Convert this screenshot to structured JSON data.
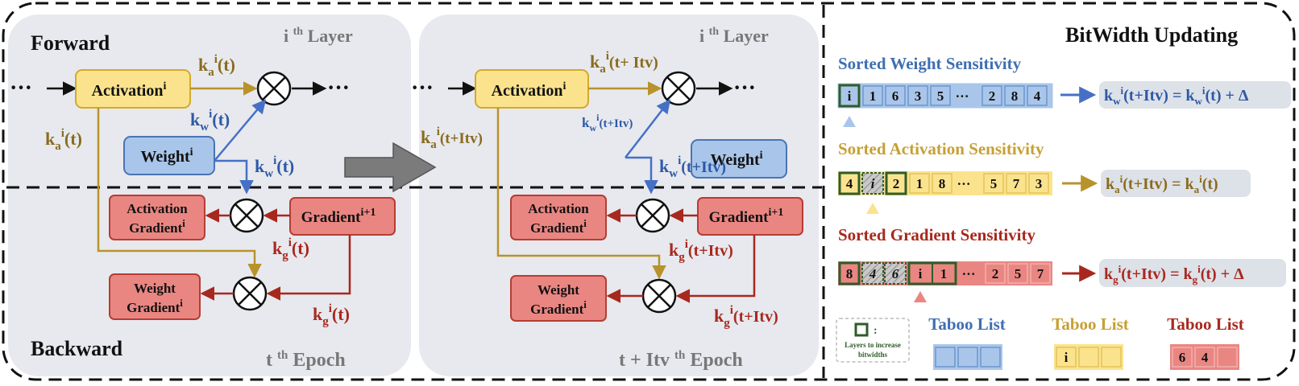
{
  "colors": {
    "panel_bg": "#e7e9ee",
    "activation_fill": "#fbe38e",
    "activation_stroke": "#d4a92b",
    "weight_fill": "#a9c6ea",
    "weight_stroke": "#4a74b4",
    "red_fill": "#ea8682",
    "red_stroke": "#b53d33",
    "gold_text": "#8a6b1e",
    "gold_title": "#c6a035",
    "blue_text": "#2e59a6",
    "blue_title": "#3f6fb1",
    "red_text": "#a8281e",
    "green_box": "#2f5d2a",
    "formula_bg": "#dde1e8",
    "arrow_black": "#111111",
    "arrow_gold": "#b8932c",
    "arrow_blue": "#4670c6",
    "arrow_red": "#a8281e"
  },
  "labels": {
    "forward": "Forward",
    "backward": "Backward",
    "layer_title": "i th Layer",
    "epoch_left": "t th Epoch",
    "epoch_right": "t + Itv th Epoch",
    "ellipsis": "···",
    "bitwidth_updating": "BitWidth Updating"
  },
  "nodes": {
    "activation": "Activation",
    "weight": "Weight",
    "gradient": "Gradient",
    "activation_gradient_1": "Activation",
    "activation_gradient_2": "Gradient",
    "weight_gradient_1": "Weight",
    "weight_gradient_2": "Gradient",
    "sup_i": "i",
    "sup_i1": "i+1",
    "multiply": "⊗"
  },
  "symbols": {
    "k": "k",
    "sub_a": "a",
    "sub_w": "w",
    "sub_g": "g",
    "sup_i": "i",
    "arg_t": "(t)",
    "arg_titv": "(t+Itv)",
    "arg_t_plus_itv_spaced": "(t+ Itv)"
  },
  "sensitivity": {
    "weight_title": "Sorted Weight Sensitivity",
    "activation_title": "Sorted Activation Sensitivity",
    "gradient_title": "Sorted Gradient Sensitivity",
    "weight_cells": [
      "i",
      "1",
      "6",
      "3",
      "5",
      "···",
      "2",
      "8",
      "4"
    ],
    "activation_cells": [
      "4",
      "i",
      "2",
      "1",
      "8",
      "···",
      "5",
      "7",
      "3"
    ],
    "gradient_cells": [
      "8",
      "4",
      "6",
      "i",
      "1",
      "···",
      "2",
      "5",
      "7"
    ],
    "weight_formula_lhs": "(t+Itv) = k",
    "weight_formula_rhs": "(t) + Δ",
    "activation_formula_lhs": "(t+Itv) = k",
    "activation_formula_rhs": "(t)",
    "gradient_formula_lhs": "(t+Itv) = k",
    "gradient_formula_rhs": "(t) + Δ"
  },
  "legend": {
    "colon": ":",
    "layers_note_1": "Layers to increase",
    "layers_note_2": "bitwidths",
    "taboo_list": "Taboo List",
    "weight_taboo": [
      "",
      "",
      ""
    ],
    "activation_taboo": [
      "i",
      "",
      ""
    ],
    "gradient_taboo": [
      "6",
      "4",
      ""
    ]
  }
}
